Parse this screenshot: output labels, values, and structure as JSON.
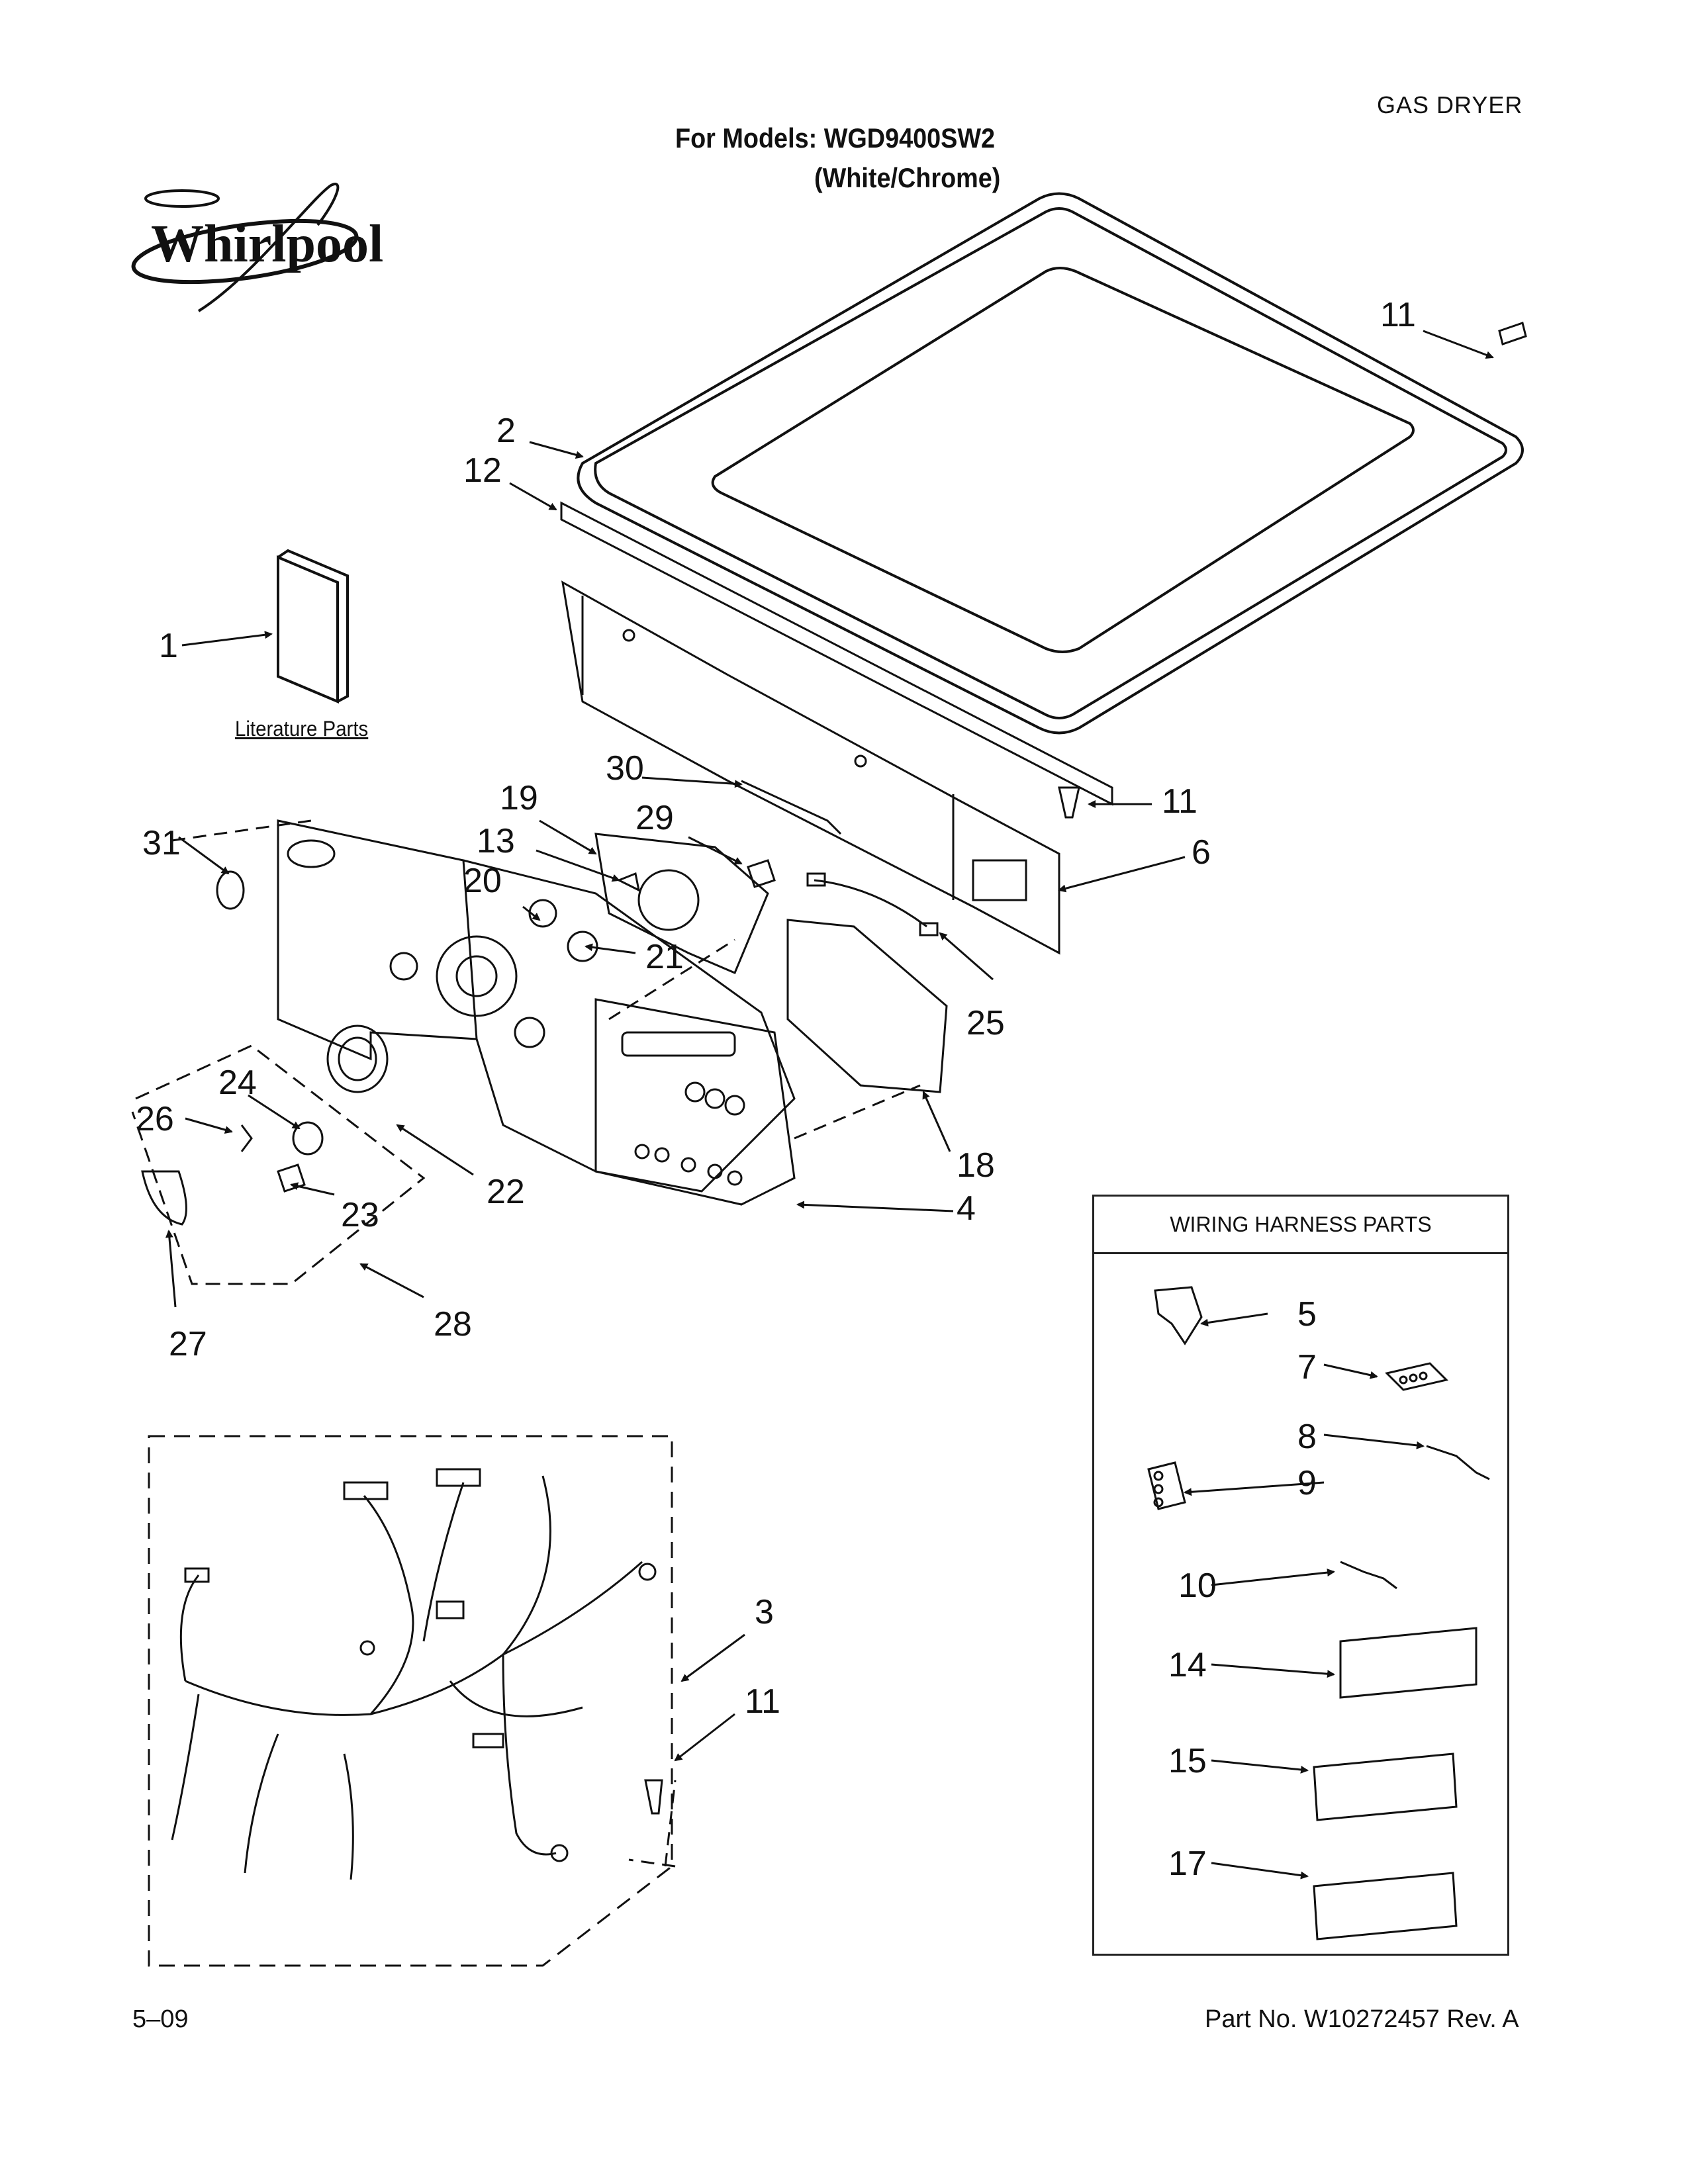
{
  "header": {
    "appliance_type": "GAS DRYER",
    "models_line": "For Models: WGD9400SW2",
    "color_line": "(White/Chrome)",
    "brand": "Whirlpool"
  },
  "literature_label": "Literature Parts",
  "harness_box": {
    "title": "WIRING HARNESS PARTS"
  },
  "callouts": {
    "c1": "1",
    "c2": "2",
    "c3": "3",
    "c4": "4",
    "c5": "5",
    "c6": "6",
    "c7": "7",
    "c8": "8",
    "c9": "9",
    "c10": "10",
    "c11a": "11",
    "c11b": "11",
    "c11c": "11",
    "c12": "12",
    "c13": "13",
    "c14": "14",
    "c15": "15",
    "c17": "17",
    "c18": "18",
    "c19": "19",
    "c20": "20",
    "c21": "21",
    "c22": "22",
    "c23": "23",
    "c24": "24",
    "c25": "25",
    "c26": "26",
    "c27": "27",
    "c28": "28",
    "c29": "29",
    "c30": "30",
    "c31": "31"
  },
  "footer": {
    "date": "5–09",
    "part_number": "Part No. W10272457 Rev. A"
  }
}
